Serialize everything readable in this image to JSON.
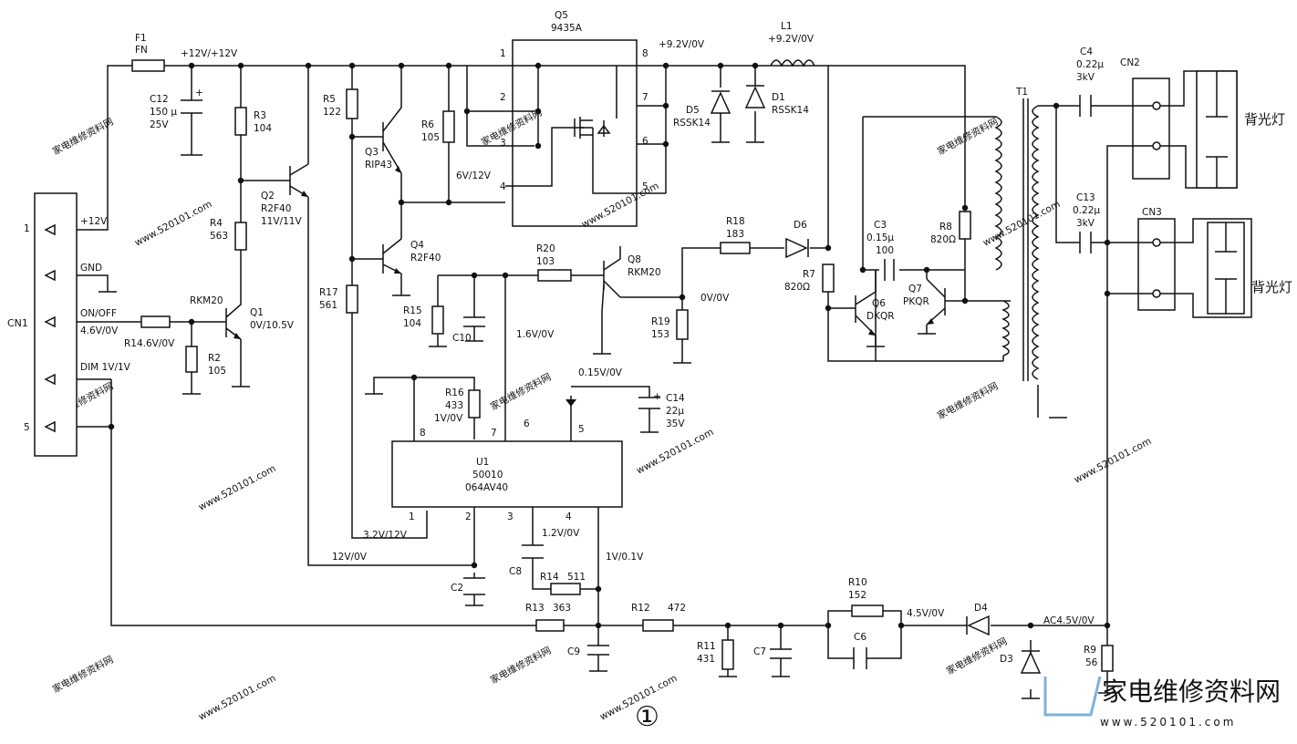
{
  "connector_cn1": {
    "ref": "CN1",
    "pins": [
      "1",
      "5"
    ],
    "signals": [
      "+12V",
      "GND",
      "ON/OFF",
      "4.6V/0V",
      "DIM 1V/1V"
    ]
  },
  "components": {
    "F1": [
      "F1",
      "FN"
    ],
    "rail": "+12V/+12V",
    "C12": [
      "C12",
      "150 μ",
      "25V"
    ],
    "R3": [
      "R3",
      "104"
    ],
    "Q2": [
      "Q2",
      "R2F40",
      "11V/11V"
    ],
    "R4": [
      "R4",
      "563"
    ],
    "Q1": [
      "RKM20",
      "Q1",
      "0V/10.5V"
    ],
    "R14a": "R14.6V/0V",
    "R2": [
      "R2",
      "105"
    ],
    "R5": [
      "R5",
      "122"
    ],
    "Q3": [
      "Q3",
      "RIP43"
    ],
    "R6": [
      "R6",
      "105"
    ],
    "Q5": [
      "Q5",
      "9435A"
    ],
    "q5_pins": [
      "1",
      "2",
      "3",
      "4",
      "8",
      "7",
      "6",
      "5"
    ],
    "q5_gate": "6V/12V",
    "Q4": [
      "Q4",
      "R2F40"
    ],
    "R17": [
      "R17",
      "561"
    ],
    "R15": [
      "R15",
      "104"
    ],
    "C10": "C10",
    "R20": [
      "R20",
      "103"
    ],
    "v16": "1.6V/0V",
    "Q8": [
      "Q8",
      "RKM20"
    ],
    "q8_out": "0V/0V",
    "R19": [
      "R19",
      "153"
    ],
    "R18": [
      "R18",
      "183"
    ],
    "D6": "D6",
    "R7": [
      "R7",
      "820Ω"
    ],
    "vout": "+9.2V/0V",
    "L1": [
      "L1",
      "+9.2V/0V"
    ],
    "D5": [
      "D5",
      "RSSK14"
    ],
    "D1": [
      "D1",
      "RSSK14"
    ],
    "C3": [
      "C3",
      "0.15μ",
      "100"
    ],
    "R8": [
      "R8",
      "820Ω"
    ],
    "Q6": [
      "Q6",
      "DKQR"
    ],
    "Q7": [
      "Q7",
      "PKQR"
    ],
    "T1": "T1",
    "C4": [
      "C4",
      "0.22μ",
      "3kV"
    ],
    "C13": [
      "C13",
      "0.22μ",
      "3kV"
    ],
    "CN2": "CN2",
    "CN3": "CN3",
    "lamp": "背光灯",
    "R16": [
      "R16",
      "433",
      "1V/0V"
    ],
    "C14": [
      "C14",
      "22μ",
      "35V"
    ],
    "v015": "0.15V/0V",
    "U1": [
      "U1",
      "50010",
      "064AV40"
    ],
    "u1_pins": [
      "8",
      "7",
      "6",
      "5",
      "1",
      "2",
      "3",
      "4"
    ],
    "v32": "3.2V/12V",
    "v12": "1.2V/0V",
    "v12v": "12V/0V",
    "v1": "1V/0.1V",
    "C2": "C2",
    "C8": "C8",
    "R14": [
      "R14",
      "511"
    ],
    "R13": [
      "R13",
      "363"
    ],
    "C9": "C9",
    "R12": [
      "R12",
      "472"
    ],
    "R11": [
      "R11",
      "431"
    ],
    "C7": "C7",
    "R10": [
      "R10",
      "152"
    ],
    "C6": "C6",
    "v45": "4.5V/0V",
    "D4": "D4",
    "ac45": "AC4.5V/0V",
    "D3": "D3",
    "R9": [
      "R9",
      "56"
    ]
  },
  "figure_number": "①",
  "watermark": {
    "url": "www.520101.com",
    "cn": "家电维修资料网",
    "brand_cn": "家电维修资料网",
    "brand_url": "www.520101.com"
  },
  "colors": {
    "line": "#111111",
    "watermark": "#d2d2d2",
    "brand": "#7fb2d8"
  }
}
